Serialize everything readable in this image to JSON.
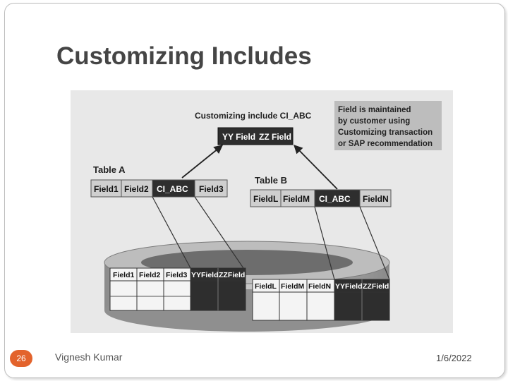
{
  "slide": {
    "title": "Customizing Includes",
    "number": "26",
    "author": "Vignesh Kumar",
    "date": "1/6/2022"
  },
  "diagram": {
    "include_label": "Customizing include  CI_ABC",
    "include_fields": [
      "YY Field",
      "ZZ Field"
    ],
    "note_lines": [
      "Field is maintained",
      "by customer using",
      "Customizing transaction",
      "or SAP recommendation"
    ],
    "table_a": {
      "label": "Table A",
      "fields": [
        "Field1",
        "Field2",
        "CI_ABC",
        "Field3"
      ]
    },
    "table_b": {
      "label": "Table B",
      "fields": [
        "FieldL",
        "FieldM",
        "CI_ABC",
        "FieldN"
      ]
    },
    "db_table_a_columns": [
      "Field1",
      "Field2",
      "Field3",
      "YYField",
      "ZZField"
    ],
    "db_table_b_columns": [
      "FieldL",
      "FieldM",
      "FieldN",
      "YYField",
      "ZZField"
    ]
  }
}
